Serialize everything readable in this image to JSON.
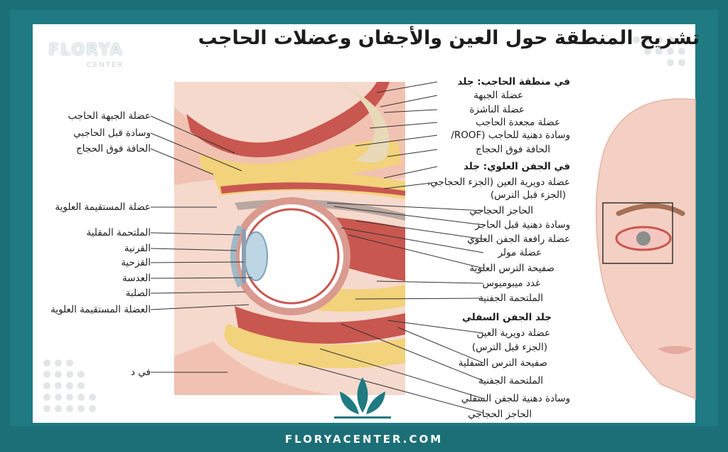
{
  "title": "تشريح المنطقة حول العين والأجفان وعضلات الحاجب",
  "brand": {
    "name": "FLORYA",
    "sub": "CENTER",
    "footer": "FLORYACENTER.COM"
  },
  "labels_left": [
    {
      "id": "l1",
      "text": "عضلة الجبهة الحاجب"
    },
    {
      "id": "l2",
      "text": "وسادة قبل الحاجبي"
    },
    {
      "id": "l3",
      "text": "الحافة فوق الحجاج"
    },
    {
      "id": "l4",
      "text": "عضلة المستقيمة العلوية"
    },
    {
      "id": "l5",
      "text": "الملتحمة المقلية"
    },
    {
      "id": "l6",
      "text": "القرنية"
    },
    {
      "id": "l7",
      "text": "القزحية"
    },
    {
      "id": "l8",
      "text": "العدسة"
    },
    {
      "id": "l9",
      "text": "الصلبة"
    },
    {
      "id": "l10",
      "text": "العضلة المستقيمة العلوية"
    },
    {
      "id": "l11",
      "text": "في د"
    }
  ],
  "labels_right": [
    {
      "id": "r1",
      "text": "في منطقة الحاجب: جلد",
      "bold": true
    },
    {
      "id": "r2",
      "text": "عضلة الجبهة"
    },
    {
      "id": "r3",
      "text": "عضلة الناشزة"
    },
    {
      "id": "r4",
      "text": "عضلة مجعدة الحاجب"
    },
    {
      "id": "r5",
      "text": "وسادة دهنية للحاجب (ROOF/"
    },
    {
      "id": "r6",
      "text": "الحافة فوق الحجاج"
    },
    {
      "id": "r7",
      "text": "في الجفن العلوي: جلد",
      "bold": true
    },
    {
      "id": "r8",
      "text": "عضلة دويرية العين (الجزء الحجاجي،"
    },
    {
      "id": "r9",
      "text": "(الجزء قبل الترس)"
    },
    {
      "id": "r10",
      "text": "الحاجز الحجاجي"
    },
    {
      "id": "r11",
      "text": "وسادة دهنية قبل الحاجز"
    },
    {
      "id": "r12",
      "text": "عضلة رافعة الجفن العلوي"
    },
    {
      "id": "r13",
      "text": "عضلة مولر"
    },
    {
      "id": "r14",
      "text": "صفيحة الترس العلوية"
    },
    {
      "id": "r15",
      "text": "غدد ميبوميوس"
    },
    {
      "id": "r16",
      "text": "الملتحمة الجفنية"
    },
    {
      "id": "r17",
      "text": "جلد الجفن السفلي",
      "bold": true
    },
    {
      "id": "r18",
      "text": "عضلة دويرية العين"
    },
    {
      "id": "r19",
      "text": "(الجزء قبل الترس)"
    },
    {
      "id": "r20",
      "text": "صفيحة الترس السفلية"
    },
    {
      "id": "r21",
      "text": "الملتحمة الجفنية"
    },
    {
      "id": "r22",
      "text": "وسادة دهنية للجفن السفلي"
    },
    {
      "id": "r23",
      "text": "الحاجز الحجاجي"
    }
  ],
  "colors": {
    "frame": "#1f7a82",
    "skin": "#f3c6b8",
    "muscle": "#c8574f",
    "fat": "#f2d27a",
    "teal": "#1f7a82"
  }
}
